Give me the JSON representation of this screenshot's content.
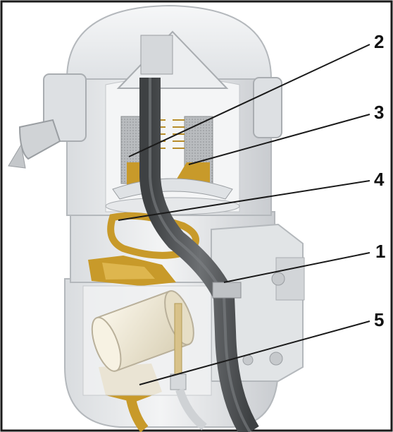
{
  "colors": {
    "housing_light": "#e9ebec",
    "housing_mid": "#d2d5d8",
    "housing_shadow": "#b4b8bc",
    "frame_border": "#1a1a1a",
    "drain_pipe": "#55585b",
    "fuel_amber": "#c89a2a",
    "fuel_light": "#e3bd58",
    "filter_cartridge": "#efe8d2",
    "screen_mesh": "#9a9da0"
  },
  "callouts": [
    {
      "id": "1",
      "label": "1"
    },
    {
      "id": "2",
      "label": "2"
    },
    {
      "id": "3",
      "label": "3"
    },
    {
      "id": "4",
      "label": "4"
    },
    {
      "id": "5",
      "label": "5"
    }
  ]
}
